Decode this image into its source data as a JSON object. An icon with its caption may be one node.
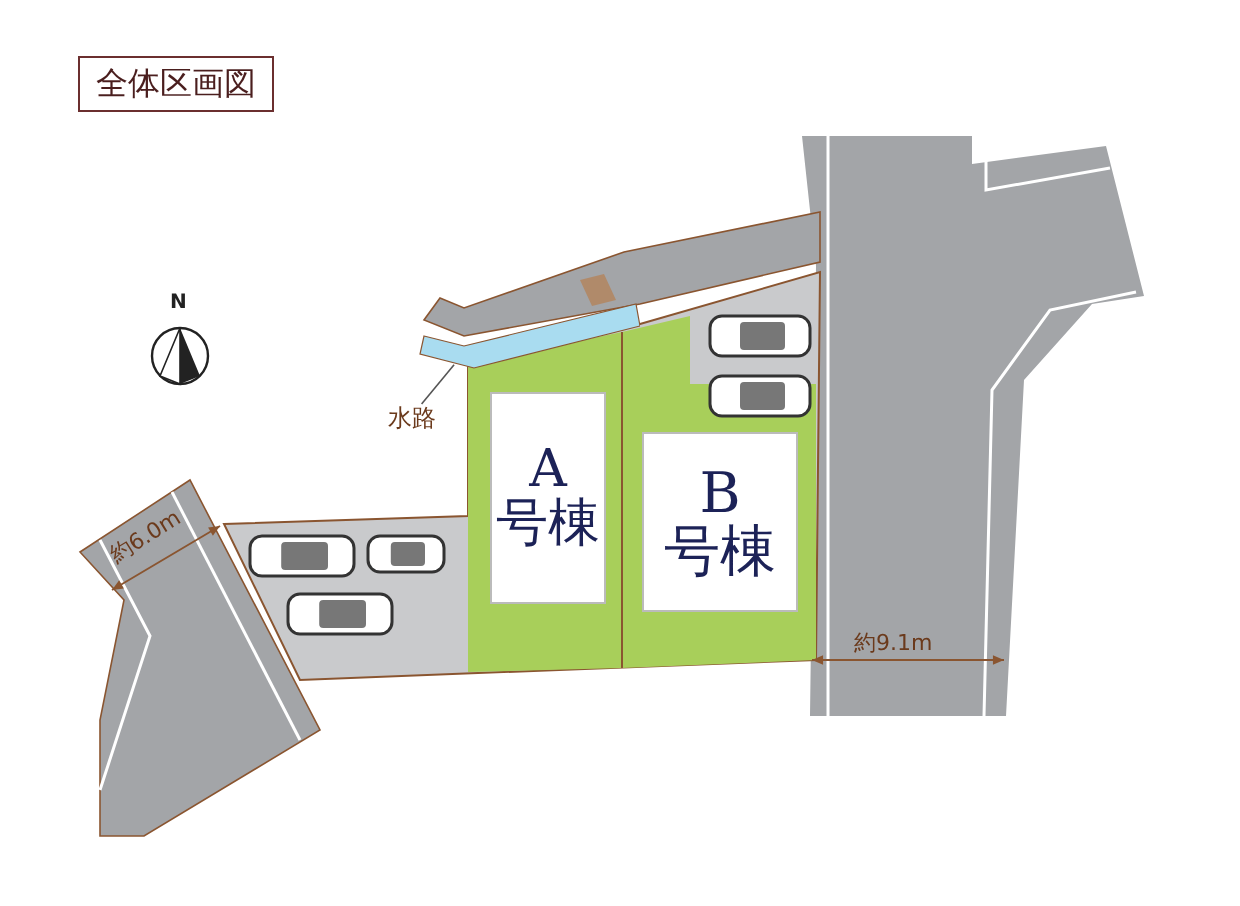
{
  "diagram": {
    "title": "全体区画図",
    "nodes": [
      {
        "text": [
          "A",
          "号棟"
        ]
      },
      {
        "text": [
          "B",
          "号棟"
        ]
      },
      {
        "text": [
          "水路"
        ]
      },
      {
        "text": [],
        "shape": "band"
      }
    ],
    "edges": [
      {
        "from": 2,
        "to": 3,
        "arrow": "none"
      }
    ],
    "labels": [
      "N",
      "約6.0m",
      "約9.1m"
    ]
  }
}
